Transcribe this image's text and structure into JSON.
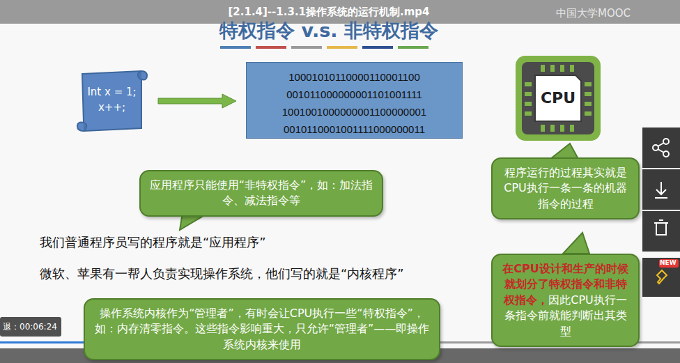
{
  "diagram": {
    "title": "特权指令 v.s. 非特权指令",
    "nodes": [
      {
        "text": [
          "Int x = 1;",
          "x++;"
        ]
      },
      {
        "text": [
          "10001010110000110001100",
          "001011000000001101001111",
          "1001001000000001100000001",
          "0010110001001111000000011"
        ]
      },
      {
        "text": [
          "CPU"
        ]
      },
      {
        "text": [
          "程序运行的过程其实就是CPU执行一条一条的机器指令的过程"
        ]
      },
      {
        "text": [
          "应用程序只能使用“非特权指令”，如：加法指令、减法指令等"
        ]
      },
      {
        "text": [
          "在CPU设计和生产的时候就划分了特权指令和非特权指令，",
          "因此CPU执行一条指令前就能判断出其类型"
        ]
      },
      {
        "text": [
          "操作系统内核作为“管理者”，有时会让CPU执行一些“特权指令”，如：内存清零指令。这些指令影响重大，只允许“管理者”——即操作系统内核来使用"
        ]
      }
    ],
    "edges": [
      {
        "from": 0,
        "to": 1,
        "arrow": "to"
      }
    ],
    "labels": [
      "[2.1.4]--1.3.1操作系统的运行机制.mp4",
      "中国大学MOOC",
      "我们普通程序员写的程序就是“应用程序”",
      "微软、苹果有一帮人负责实现操作系统，他们写的就是“内核程序”",
      "退：00:06:24",
      "NEW"
    ]
  }
}
